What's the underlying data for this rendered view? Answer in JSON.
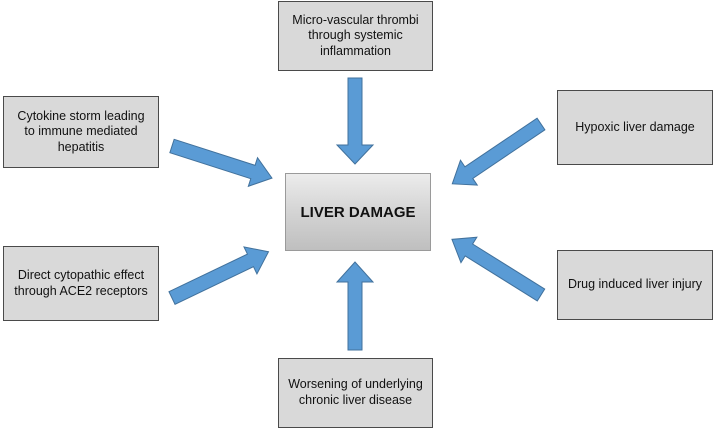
{
  "center": {
    "label": "LIVER DAMAGE"
  },
  "causes": [
    {
      "id": "micro-vascular",
      "label": "Micro-vascular thrombi through systemic inflammation"
    },
    {
      "id": "cytokine-storm",
      "label": "Cytokine storm leading to immune mediated hepatitis"
    },
    {
      "id": "hypoxic",
      "label": "Hypoxic liver damage"
    },
    {
      "id": "direct-cytopathic",
      "label": "Direct cytopathic effect through ACE2 receptors"
    },
    {
      "id": "drug-induced",
      "label": "Drug induced liver injury"
    },
    {
      "id": "chronic-disease",
      "label": "Worsening of underlying chronic liver disease"
    }
  ],
  "colors": {
    "arrow_fill": "#5a9bd5",
    "arrow_stroke": "#41719c",
    "box_fill": "#d9d9d9"
  }
}
